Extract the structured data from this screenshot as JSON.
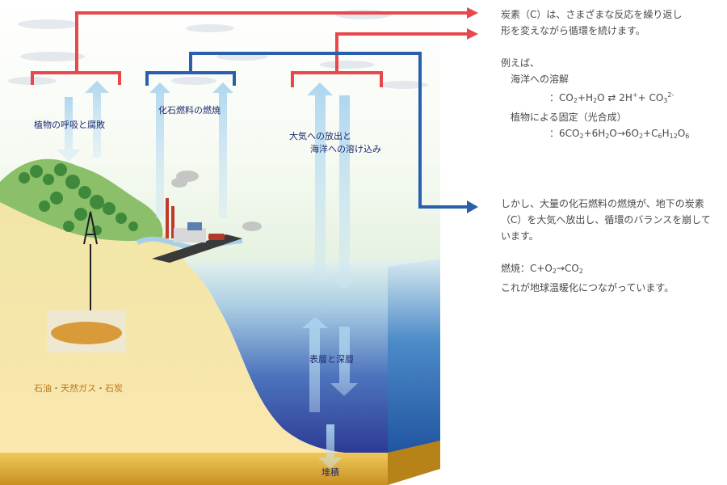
{
  "labels": {
    "plants": "植物の呼吸と腐敗",
    "fossil_burn": "化石燃料の燃焼",
    "ocean_exchange_1": "大気への放出と",
    "ocean_exchange_2": "海洋への溶け込み",
    "surface_deep": "表層と深層",
    "sediment": "堆積",
    "fossil_fuels": "石油・天然ガス・石炭"
  },
  "panel": {
    "line1": "炭素（C）は、さまざまな反応を繰り返し",
    "line2": "形を変えながら循環を続けます。",
    "example": "例えば、",
    "ocean_dissolve": "海洋への溶解",
    "eq1_prefix": "：CO",
    "eq1_a": "+H",
    "eq1_b": "O ⇄ 2H",
    "eq1_c": "+ CO",
    "eq1_sup1": "+",
    "eq1_sup2": "2-",
    "sub2": "2",
    "sub3": "3",
    "plant_fix": "植物による固定（光合成）",
    "eq2_a": "：6CO",
    "eq2_b": "+6H",
    "eq2_c": "O→6O",
    "eq2_d": "+C",
    "eq2_sub6": "6",
    "eq2_sub12": "12",
    "eq2_e": "H",
    "eq2_f": "O",
    "para2_1": "しかし、大量の化石燃料の燃焼が、地下の炭素",
    "para2_2": "（C）を大気へ放出し、循環のバランスを崩して",
    "para2_3": "います。",
    "burn_a": "燃焼：C+O",
    "burn_b": "→CO",
    "conclusion": "これが地球温暖化につながっています。"
  },
  "colors": {
    "red_arrow": "#e8474b",
    "blue_arrow": "#2a5fae",
    "sky_top": "#ffffff",
    "sky_bottom": "#eaf4e4",
    "ocean_light": "#cde3ee",
    "ocean_deep": "#2a3c96",
    "land": "#f4e39c",
    "sediment": "#e4b337"
  }
}
